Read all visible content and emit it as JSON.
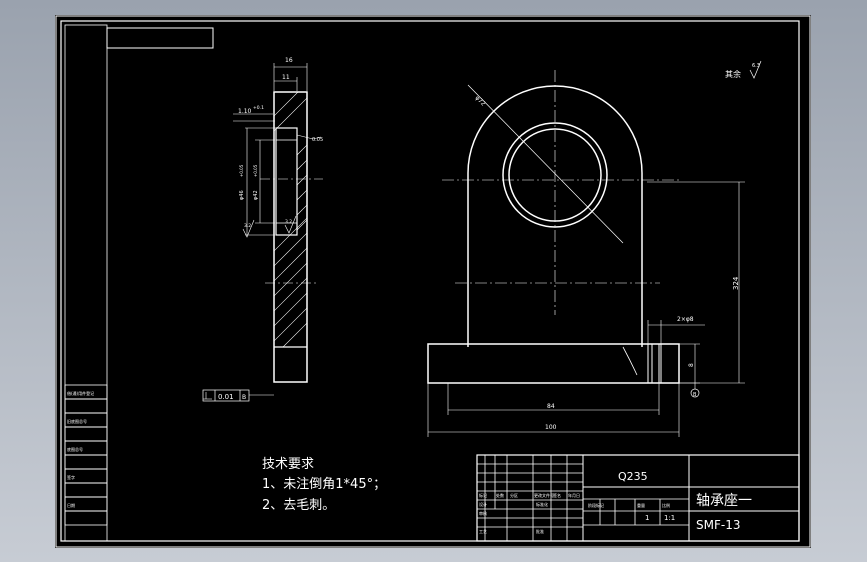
{
  "colors": {
    "viewport_bg": "#a9b0bb",
    "sheet_bg": "#000000",
    "line": "#ffffff",
    "centerline": "#ffffff"
  },
  "dims": {
    "top_width_outer": "16",
    "top_width_inner": "11",
    "recess_depth": "1.10",
    "recess_depth_tol": "+0.1",
    "dia_outer": "φ46",
    "dia_outer_tol": "+0.05",
    "dia_inner": "φ42",
    "dia_inner_tol": "+0.05",
    "bore_tol": "0.05",
    "roughness_left": "3.2",
    "roughness_right": "3.2",
    "diag_dia": "φ72",
    "height": "324",
    "holes": "2×φ8",
    "base_height": "8",
    "inner_width": "84",
    "overall_width": "100",
    "flatness": "0.01",
    "datum": "B",
    "datum_b": "B",
    "other_label": "其余",
    "other_roughness": "6.3"
  },
  "notes": {
    "title": "技术要求",
    "line1": "1、未注倒角1*45°；",
    "line2": "2、去毛刺。"
  },
  "title_block": {
    "material": "Q235",
    "part_name": "轴承座一",
    "drawing_no": "SMF-13",
    "scale": "1:1",
    "qty": "1",
    "h_cells": [
      "标记",
      "处数",
      "分区",
      "更改文件号",
      "签名",
      "年月日"
    ],
    "r_design": "设计",
    "r_check": "审核",
    "r_craft": "工艺",
    "r_std": "标准化",
    "r_approve": "批准",
    "stage_label": "阶段标记",
    "weight_label": "重量",
    "scale_label": "比例"
  },
  "side_table": [
    "借(通)用件登记",
    "旧底图总号",
    "底图总号",
    "签字",
    "日期"
  ]
}
